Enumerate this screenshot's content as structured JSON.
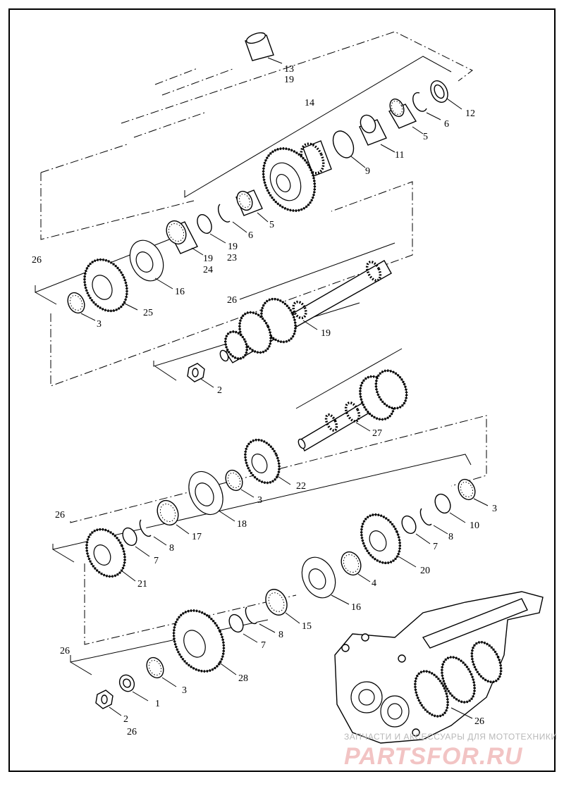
{
  "labels": {
    "l13": "13",
    "l19a": "19",
    "l12": "12",
    "l14": "14",
    "l6a": "6",
    "l5a": "5",
    "l11": "11",
    "l9": "9",
    "l5b": "5",
    "l6b": "6",
    "l19b": "19",
    "l19c": "19",
    "l23": "23",
    "l24": "24",
    "l26a": "26",
    "l16a": "16",
    "l25": "25",
    "l3a": "3",
    "l26b": "26",
    "l19d": "19",
    "l2a": "2",
    "l27": "27",
    "l22": "22",
    "l3b": "3",
    "l3c": "3",
    "l26c": "26",
    "l18": "18",
    "l10": "10",
    "l8a": "8",
    "l7a": "7",
    "l17": "17",
    "l8b": "8",
    "l7b": "7",
    "l21": "21",
    "l20": "20",
    "l4": "4",
    "l16b": "16",
    "l15": "15",
    "l8c": "8",
    "l7c": "7",
    "l26d": "26",
    "l28": "28",
    "l3d": "3",
    "l1": "1",
    "l2b": "2",
    "l26e": "26",
    "l26f": "26"
  },
  "watermark": {
    "top_text": "ЗАПЧАСТИ И АКСЕССУАРЫ ДЛЯ МОТОТЕХНИКИ",
    "logo_text": "PARTSFOR.RU"
  }
}
